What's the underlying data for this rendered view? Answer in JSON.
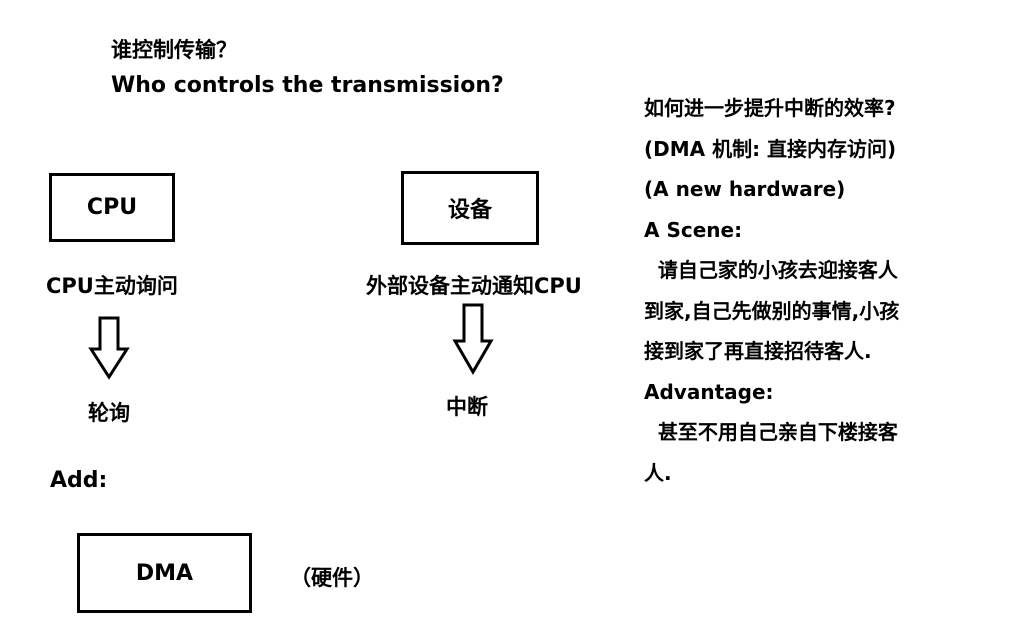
{
  "header": {
    "question_zh": "谁控制传输？",
    "question_en": "Who controls the transmission?"
  },
  "cpu_column": {
    "box_label": "CPU",
    "caption": "CPU主动询问",
    "result": "轮询"
  },
  "device_column": {
    "box_label": "设备",
    "caption": "外部设备主动通知CPU",
    "result": "中断"
  },
  "add_section": {
    "label": "Add:",
    "box_label": "DMA",
    "note": "（硬件）"
  },
  "notes": {
    "lines": [
      "如何进一步提升中断的效率?",
      "(DMA 机制: 直接内存访问)",
      "(A new hardware)",
      "A Scene:",
      "  请自己家的小孩去迎接客人",
      "到家,自己先做别的事情,小孩",
      "接到家了再直接招待客人.",
      "Advantage:",
      "  甚至不用自己亲自下楼接客",
      "人."
    ]
  },
  "colors": {
    "ink": "#000000",
    "background": "#ffffff"
  }
}
